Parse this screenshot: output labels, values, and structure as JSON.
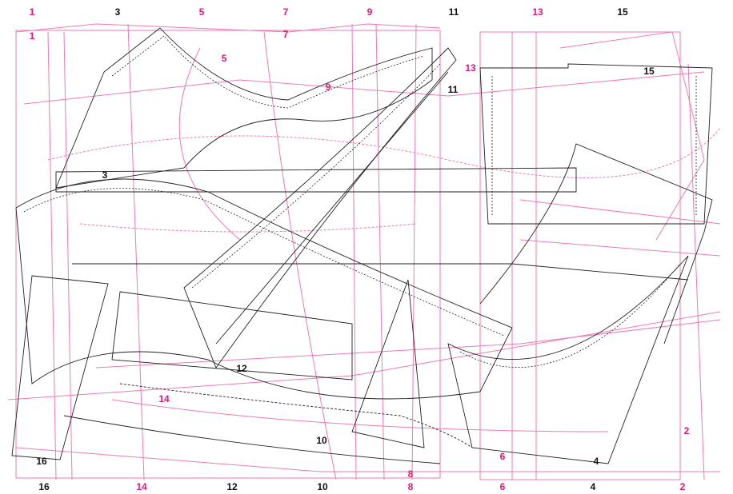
{
  "colors": {
    "pink": "#e8157a",
    "pink_light": "#f07ab3",
    "black": "#222222"
  },
  "top_labels": [
    "1",
    "3",
    "5",
    "7",
    "9",
    "11",
    "13",
    "15"
  ],
  "bottom_labels": [
    "16",
    "14",
    "12",
    "10",
    "8",
    "6",
    "4",
    "2"
  ],
  "piece_labels": {
    "p1": "1",
    "p3": "3",
    "p5": "5",
    "p7": "7",
    "p9": "9",
    "p11": "11",
    "p13": "13",
    "p15": "15",
    "p12": "12",
    "p14": "14",
    "p10": "10",
    "p6": "6",
    "p4": "4",
    "p2": "2",
    "p16": "16",
    "p8": "8"
  }
}
